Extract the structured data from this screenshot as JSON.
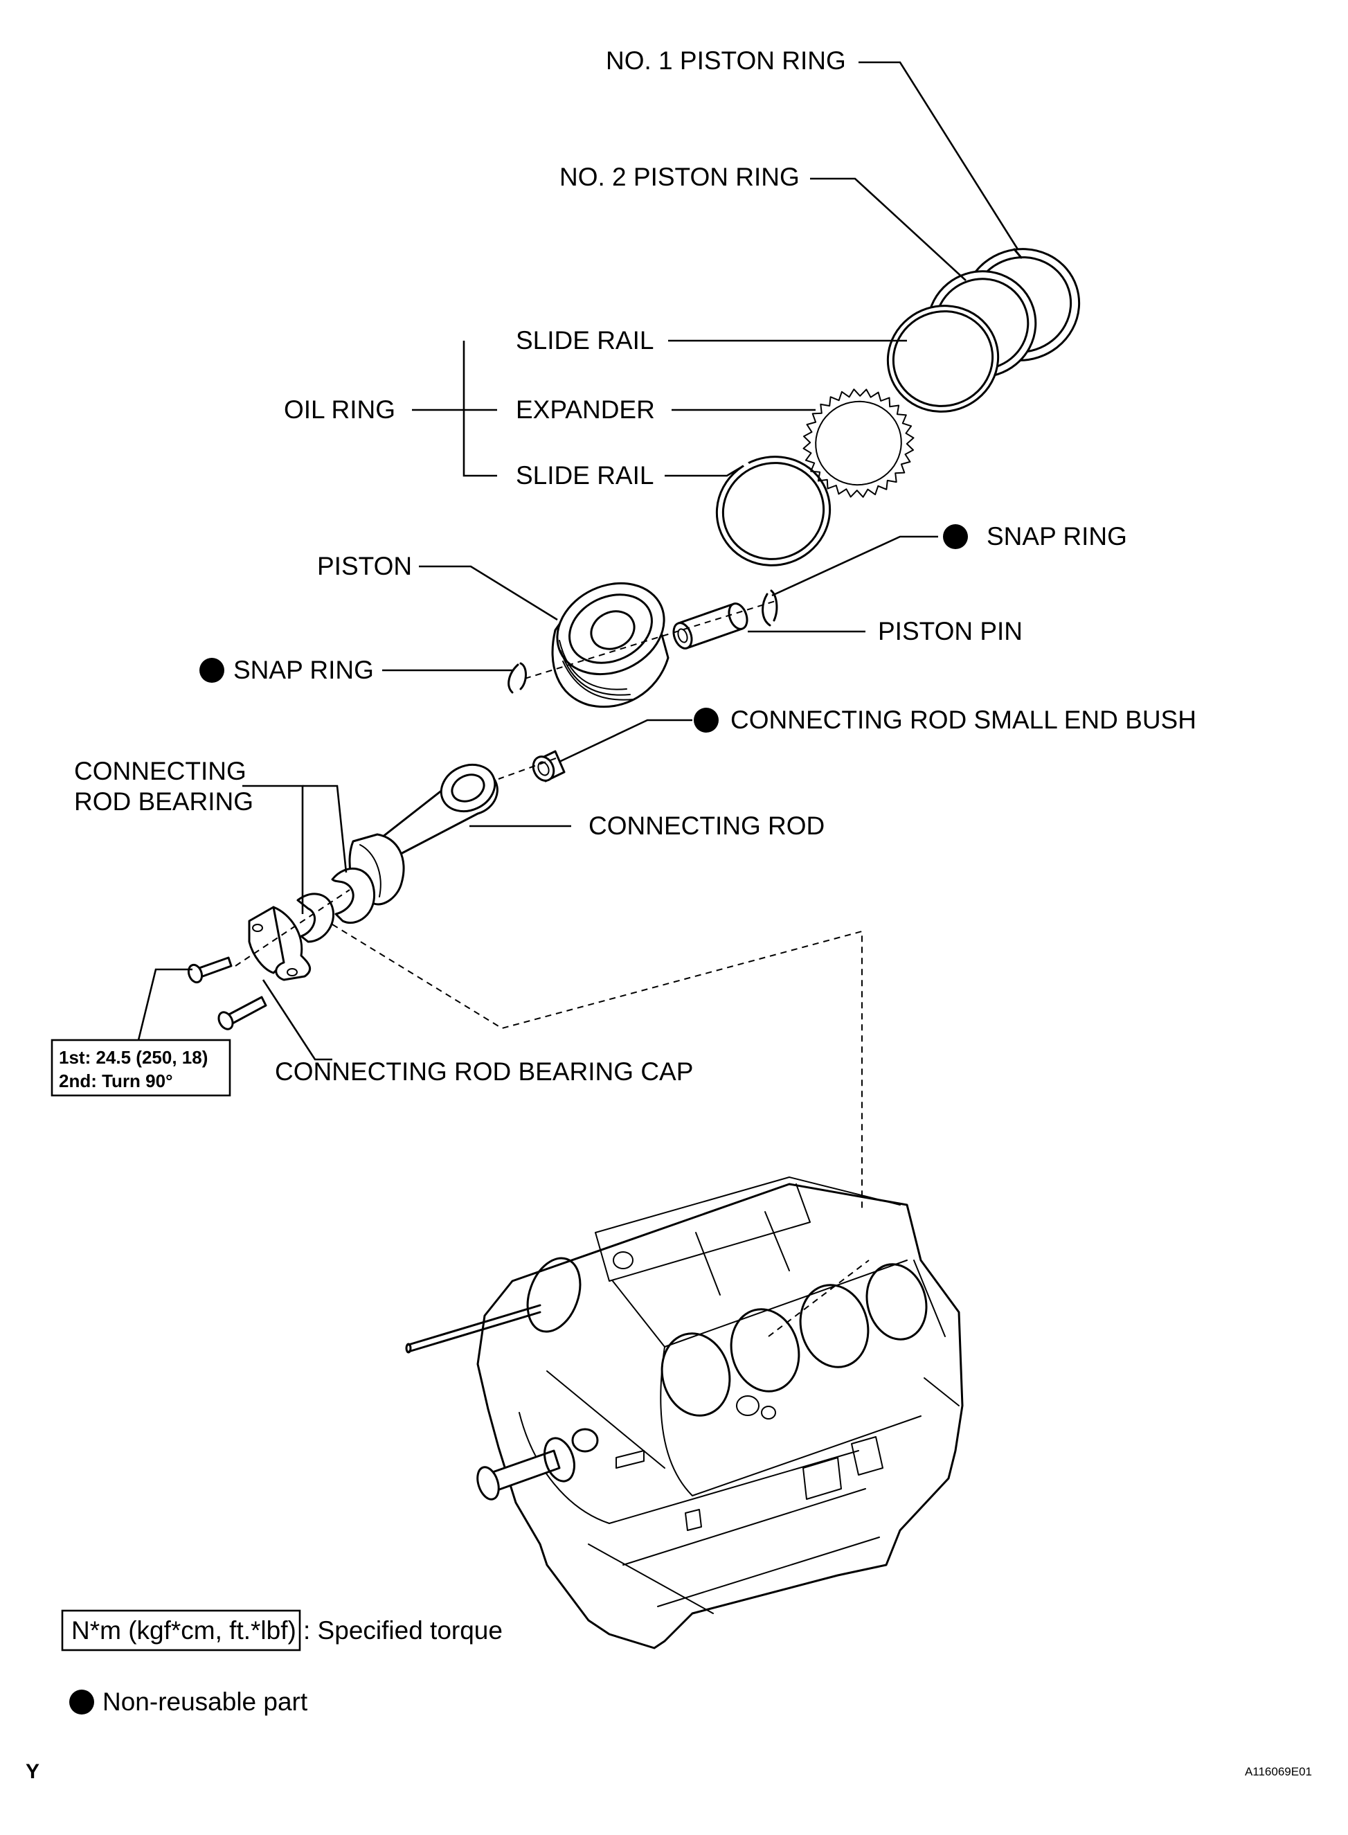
{
  "labels": {
    "no1_piston_ring": "NO. 1 PISTON RING",
    "no2_piston_ring": "NO. 2 PISTON RING",
    "slide_rail_upper": "SLIDE RAIL",
    "oil_ring": "OIL RING",
    "expander": "EXPANDER",
    "slide_rail_lower": "SLIDE RAIL",
    "snap_ring_right": "SNAP RING",
    "piston": "PISTON",
    "piston_pin": "PISTON PIN",
    "snap_ring_left": "SNAP RING",
    "small_end_bush": "CONNECTING ROD SMALL END BUSH",
    "rod_bearing_line1": "CONNECTING",
    "rod_bearing_line2": "ROD BEARING",
    "connecting_rod": "CONNECTING ROD",
    "bearing_cap": "CONNECTING ROD BEARING CAP"
  },
  "torque_spec": {
    "line1": "1st: 24.5 (250, 18)",
    "line2": "2nd: Turn 90°"
  },
  "legend": {
    "torque_unit": "N*m (kgf*cm, ft.*lbf)",
    "torque_desc": ": Specified torque",
    "non_reusable": "Non-reusable part"
  },
  "footer": {
    "left_mark": "Y",
    "figure_id": "A116069E01"
  },
  "non_reusable_marker": "filled-circle-icon"
}
